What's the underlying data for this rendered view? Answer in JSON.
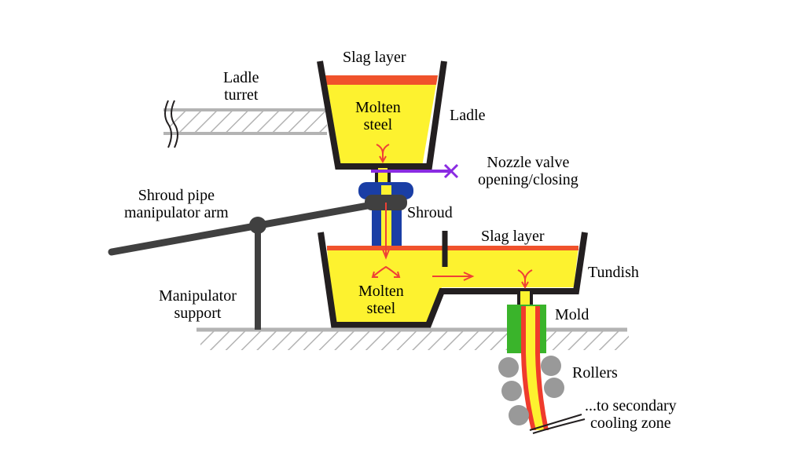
{
  "colors": {
    "steel": "#fdf22f",
    "slag": "#f0522b",
    "vessel_wall": "#231f20",
    "ground": "#b3b3b3",
    "shroud": "#1a3ea5",
    "mold": "#3ab42b",
    "roller": "#999999",
    "valve": "#8a2be2",
    "flow_arrow": "#ef4136",
    "arm": "#404040"
  },
  "labels": {
    "ladle_slag_layer": "Slag layer",
    "ladle_turret": [
      "Ladle",
      "turret"
    ],
    "ladle_molten_steel": [
      "Molten",
      "steel"
    ],
    "ladle": "Ladle",
    "nozzle_valve": [
      "Nozzle valve",
      "opening/closing"
    ],
    "shroud_arm": [
      "Shroud pipe",
      "manipulator arm"
    ],
    "shroud": "Shroud",
    "tundish_slag_layer": "Slag layer",
    "tundish": "Tundish",
    "manipulator_support": [
      "Manipulator",
      "support"
    ],
    "tundish_molten_steel": [
      "Molten",
      "steel"
    ],
    "mold": "Mold",
    "rollers": "Rollers",
    "secondary_cooling": [
      "...to secondary",
      "cooling zone"
    ]
  }
}
